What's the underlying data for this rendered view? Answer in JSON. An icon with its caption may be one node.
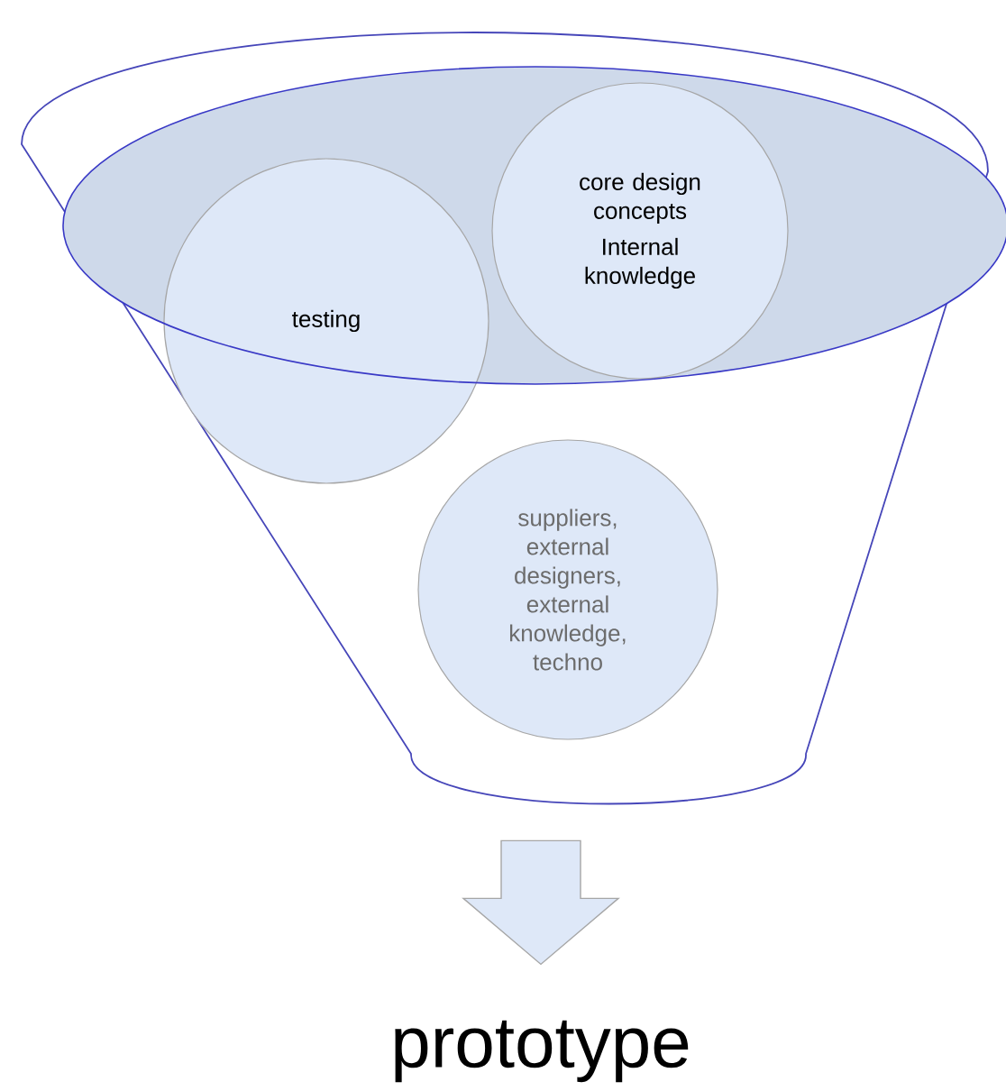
{
  "diagram": {
    "nodes": [
      {
        "text": [],
        "shape": "funnel"
      },
      {
        "text": [
          "testing"
        ],
        "in": 0
      },
      {
        "text": [
          "core design concepts",
          "Internal knowledge"
        ],
        "in": 0
      },
      {
        "text": [
          "suppliers, external designers, external knowledge, techno"
        ],
        "in": 0
      },
      {
        "text": [
          "prototype"
        ]
      }
    ],
    "edges": [
      {
        "from": 0,
        "to": 4,
        "arrow": "to"
      }
    ]
  }
}
